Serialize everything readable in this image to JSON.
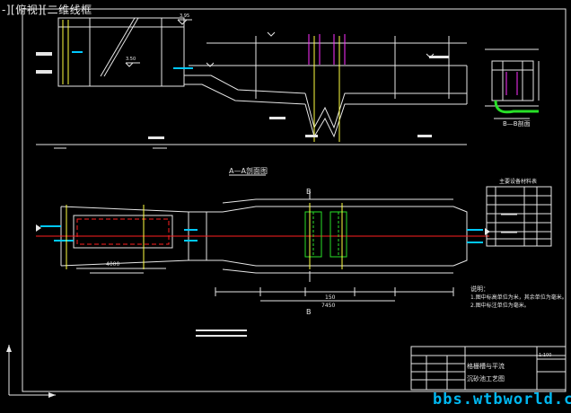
{
  "viewport": {
    "view_label_left": "-][",
    "view_label_view": "俯视",
    "view_label_mid": "][",
    "view_label_style": "二维线框",
    "view_label_right": ""
  },
  "drawing": {
    "section_title_aa": "A—A剖面图",
    "section_title_bb": "B—B剖面",
    "table_title": "主要设备材料表",
    "notes_title": "说明：",
    "note_1": "1.图中标高单位为米，其余单位为毫米。",
    "note_2": "2.图中标注单位为毫米。",
    "dim_total": "7450",
    "dim_sub": "150",
    "dim_left": "4000",
    "section_mark": "B",
    "elev_1": "3.95",
    "elev_2": "3.50",
    "title_block_name_1": "格栅槽与平流",
    "title_block_name_2": "沉砂池工艺图",
    "title_block_scale": "1:100"
  },
  "watermark": "bbs.wtbworld.com",
  "colors": {
    "background": "#000000",
    "line_white": "#e6e6e6",
    "cyan": "#00c8ff",
    "magenta": "#ff2fff",
    "green": "#28e028",
    "red": "#ff2020",
    "yellow": "#ffff40"
  }
}
